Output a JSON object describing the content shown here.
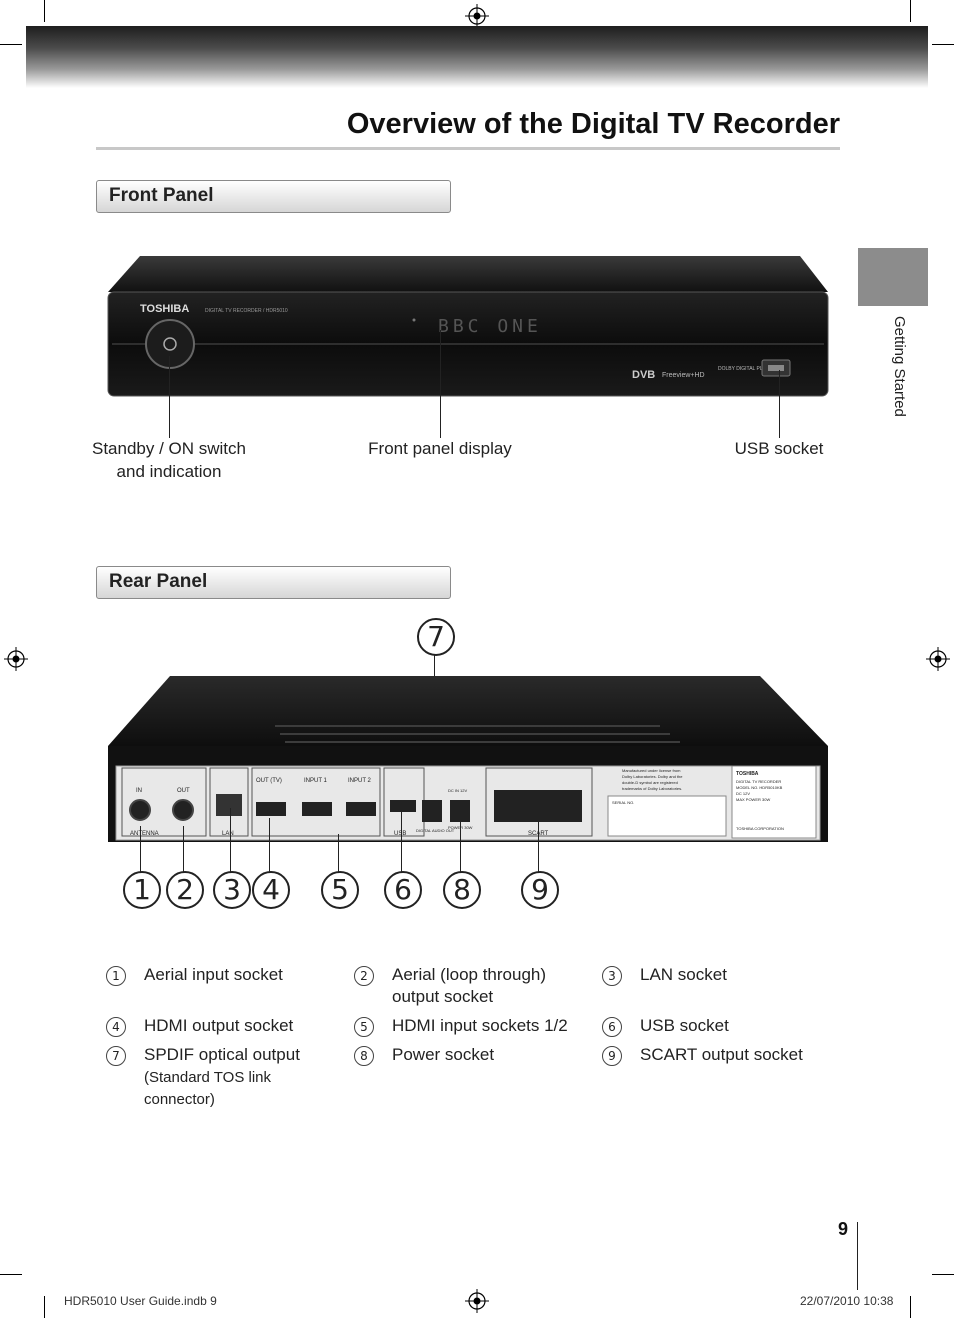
{
  "page": {
    "title": "Overview of the Digital TV Recorder",
    "side_tab_label": "Getting Started",
    "page_number": "9",
    "footer_left": "HDR5010 User Guide.indb   9",
    "footer_right": "22/07/2010   10:38"
  },
  "front_panel": {
    "heading": "Front Panel",
    "brand": "TOSHIBA",
    "model_text": "DIGITAL TV RECORDER / HDR5010",
    "display_text": "BBC ONE",
    "logos": [
      "DVB",
      "Freeview+HD",
      "DOLBY DIGITAL PLUS"
    ],
    "callouts": {
      "standby": [
        "Standby / ON switch",
        "and indication"
      ],
      "display": "Front panel display",
      "usb": "USB socket"
    }
  },
  "rear_panel": {
    "heading": "Rear Panel",
    "port_labels": [
      "ANTENNA",
      "IN",
      "OUT",
      "LAN",
      "OUT (TV)",
      "INPUT 1",
      "INPUT 2",
      "USB",
      "DIGITAL AUDIO OUT",
      "POWER 30W",
      "DC IN 12V",
      "SCART"
    ],
    "rating_label": [
      "TOSHIBA",
      "DIGITAL TV RECORDER",
      "MODEL NO. HDR5010KB",
      "DC 12V",
      "MAX POWER 30W",
      "TOSHIBA CORPORATION"
    ],
    "dolby_notice": [
      "Manufactured under license from",
      "Dolby Laboratories. Dolby and the",
      "double-D symbol are registered",
      "trademarks of Dolby Laboratories."
    ],
    "serial_label": "SERIAL NO.",
    "callout_numbers": [
      "1",
      "2",
      "3",
      "4",
      "5",
      "6",
      "8",
      "9"
    ],
    "callout_top": "7"
  },
  "legend": [
    {
      "num": "1",
      "text": "Aerial input socket"
    },
    {
      "num": "2",
      "text": "Aerial (loop through)",
      "text2": "output socket"
    },
    {
      "num": "3",
      "text": "LAN socket"
    },
    {
      "num": "4",
      "text": "HDMI output socket"
    },
    {
      "num": "5",
      "text": "HDMI input sockets 1/2"
    },
    {
      "num": "6",
      "text": "USB socket"
    },
    {
      "num": "7",
      "text": "SPDIF optical output",
      "sub1": "(Standard TOS link",
      "sub2": "connector)"
    },
    {
      "num": "8",
      "text": "Power socket"
    },
    {
      "num": "9",
      "text": "SCART output socket"
    }
  ]
}
